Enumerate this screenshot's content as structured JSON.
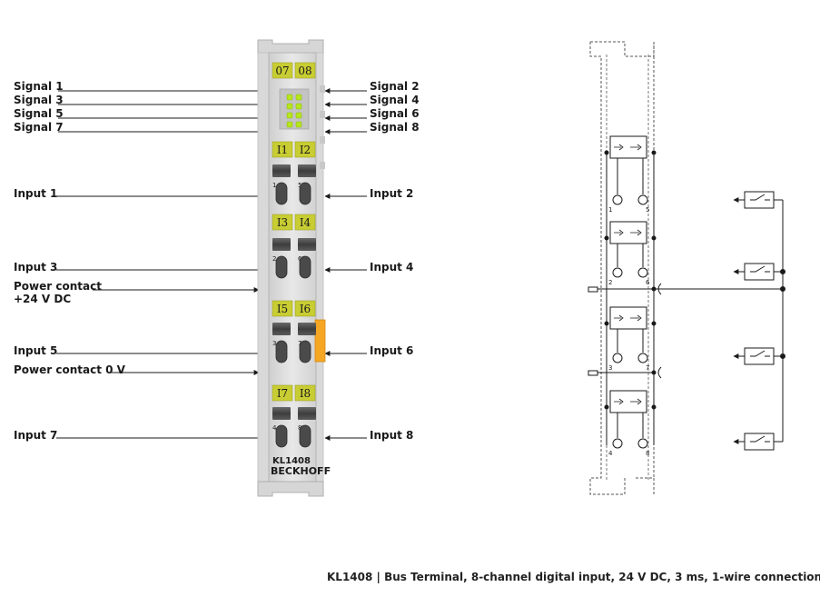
{
  "left_labels": {
    "signal_1": "Signal 1",
    "signal_3": "Signal 3",
    "signal_5": "Signal 5",
    "signal_7": "Signal 7",
    "input_1": "Input 1",
    "input_3": "Input 3",
    "power_contact_24": "Power contact",
    "power_contact_24_b": "+24 V DC",
    "input_5": "Input 5",
    "power_contact_0": "Power contact 0 V",
    "input_7": "Input 7"
  },
  "right_labels": {
    "signal_2": "Signal 2",
    "signal_4": "Signal 4",
    "signal_6": "Signal 6",
    "signal_8": "Signal 8",
    "input_2": "Input 2",
    "input_4": "Input 4",
    "input_6": "Input 6",
    "input_8": "Input 8"
  },
  "terminal": {
    "tags": [
      "07",
      "08",
      "I1",
      "I2",
      "I3",
      "I4",
      "I5",
      "I6",
      "I7",
      "I8"
    ],
    "model": "KL1408",
    "brand": "BECKHOFF",
    "pin_numbers": [
      "1",
      "5",
      "2",
      "6",
      "3",
      "7",
      "4",
      "8"
    ]
  },
  "schematic": {
    "pins": [
      "1",
      "5",
      "2",
      "6",
      "3",
      "7",
      "4",
      "8"
    ]
  },
  "caption": "KL1408 | Bus Terminal, 8-channel digital input, 24 V DC, 3 ms, 1-wire connection",
  "colors": {
    "label_yellow": "#c8cd33",
    "led_green": "#b5e61d",
    "housing": "#e0e0e0",
    "orange": "#f5a623"
  }
}
